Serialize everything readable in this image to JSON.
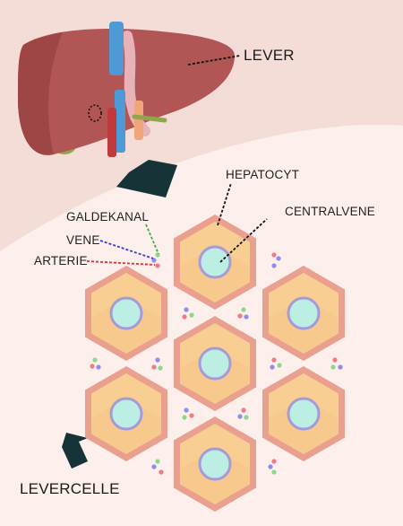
{
  "labels": {
    "liver": "LEVER",
    "hepatocyte": "HEPATOCYT",
    "central_vein": "CENTRALVENE",
    "bile_duct": "GALDEKANAL",
    "vein": "VENE",
    "artery": "ARTERIE",
    "liver_cell": "LEVERCELLE"
  },
  "colors": {
    "background_top": "#f5ddd7",
    "background_bottom": "#fcefec",
    "liver": "#b25555",
    "hex_outer": "#e9a08f",
    "hex_inner": "#f8c98c",
    "central_vein_fill": "#bdeee4",
    "central_vein_ring": "#a79ad8",
    "arrow": "#163338",
    "bile_duct_line": "#3cb043",
    "vein_line": "#3a3ad6",
    "artery_line": "#e03131",
    "dot_green": "#8ed88a",
    "dot_blue": "#8f8bf0",
    "dot_red": "#f07a88"
  }
}
